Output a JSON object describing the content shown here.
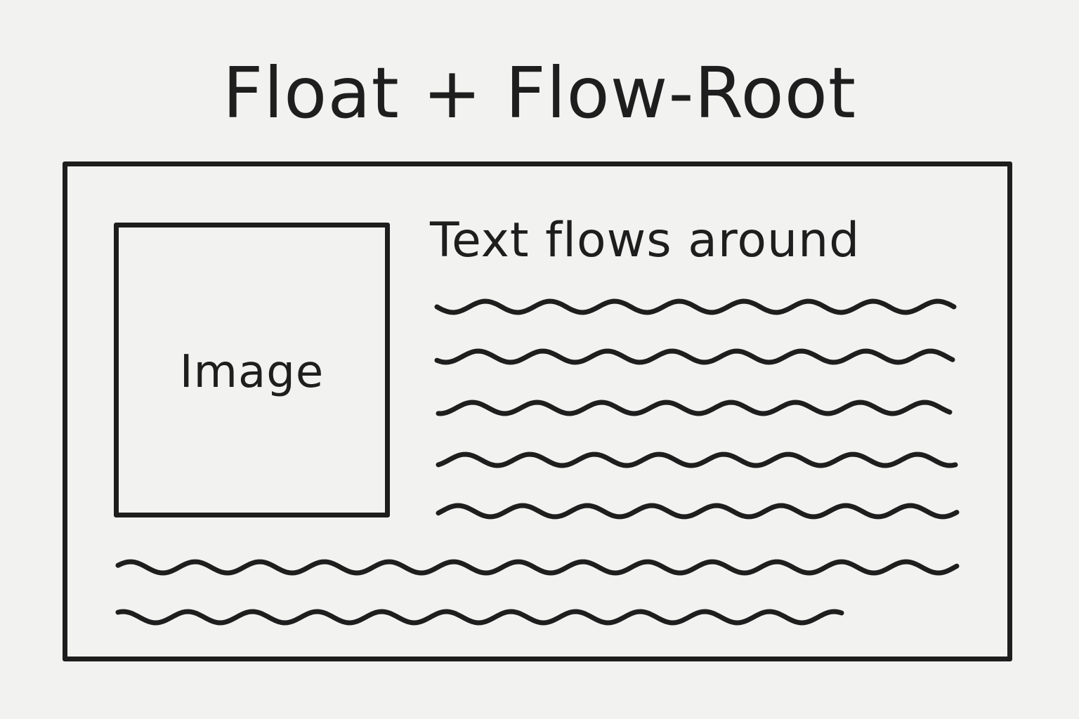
{
  "title": "Float + Flow-Root",
  "image_label": "Image",
  "heading": "Text flows around",
  "colors": {
    "background": "#f2f2f1",
    "ink": "#1e1e1e"
  }
}
